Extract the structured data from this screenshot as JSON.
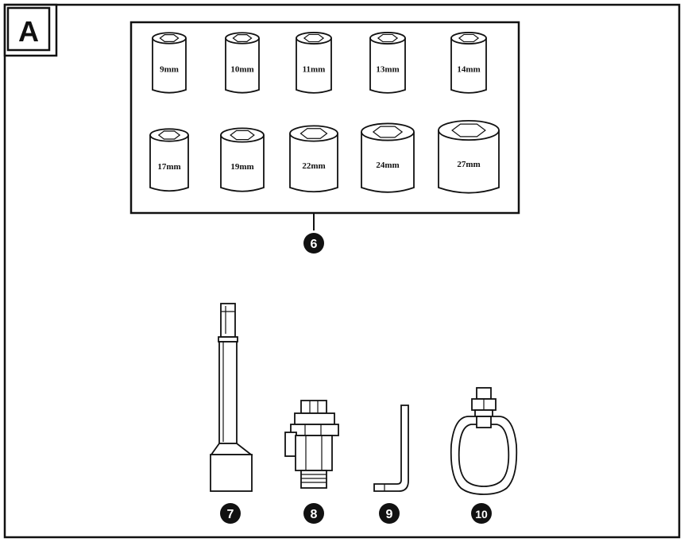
{
  "panel": {
    "letter": "A"
  },
  "socket_set": {
    "callout": "6",
    "row1": [
      "9mm",
      "10mm",
      "11mm",
      "13mm",
      "14mm"
    ],
    "row2": [
      "17mm",
      "19mm",
      "22mm",
      "24mm",
      "27mm"
    ]
  },
  "parts": [
    {
      "name": "extension-bar",
      "callout": "7"
    },
    {
      "name": "spark-plug-socket",
      "callout": "8"
    },
    {
      "name": "allen-key",
      "callout": "9"
    },
    {
      "name": "oil-filter-wrench",
      "callout": "10"
    }
  ]
}
